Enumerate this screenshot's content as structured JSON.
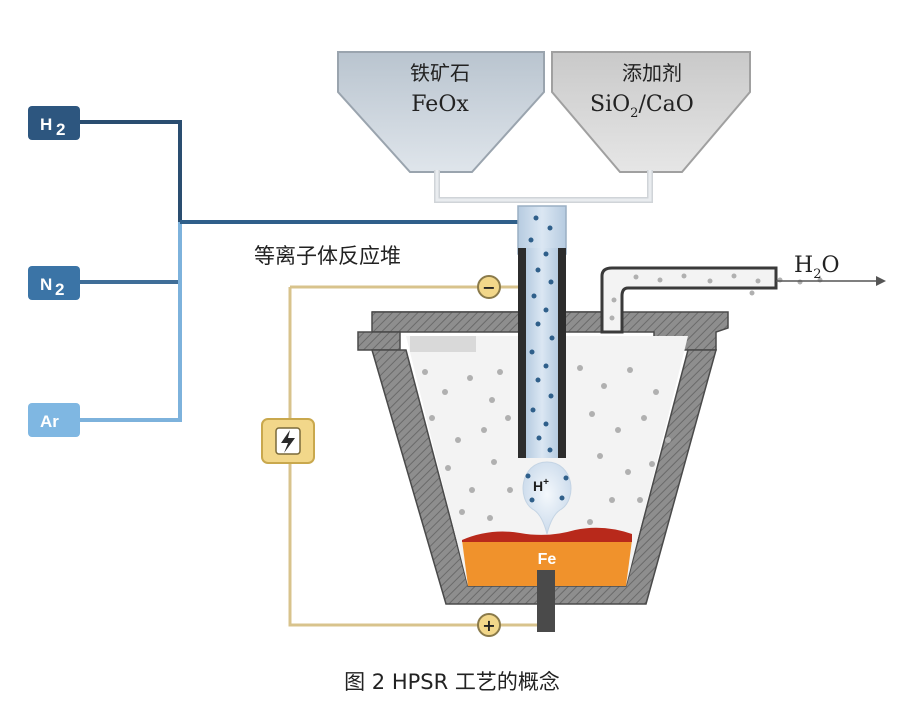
{
  "gases": [
    {
      "label": "H",
      "sub": "2",
      "color": "#2d567f"
    },
    {
      "label": "N",
      "sub": "2",
      "color": "#3b74a6"
    },
    {
      "label": "Ar",
      "sub": "",
      "color": "#7fb7e2"
    }
  ],
  "hoppers": {
    "ore": {
      "line1": "铁矿石",
      "line2": "FeOx"
    },
    "additive": {
      "line1": "添加剂",
      "line2a": "SiO",
      "line2sub": "2",
      "line2b": "/CaO"
    }
  },
  "reactor_label": "等离子体反应堆",
  "outlet": {
    "label": "H",
    "sub": "2",
    "rest": "O"
  },
  "electrodes": {
    "negative": "−",
    "positive": "+"
  },
  "power_icon": "lightning-bolt-icon",
  "hydrogen_ion": {
    "label": "H",
    "sup": "+"
  },
  "product": "Fe",
  "caption": "图 2   HPSR 工艺的概念",
  "colors": {
    "melt": "#f0922c",
    "slag": "#b8291b",
    "wire": "#d8c38c",
    "refractory": "#8c8c8c"
  }
}
